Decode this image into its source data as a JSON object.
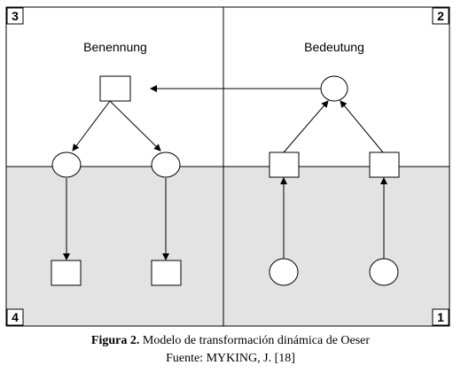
{
  "quadrants": {
    "top_left": "3",
    "top_right": "2",
    "bottom_left": "4",
    "bottom_right": "1"
  },
  "headings": {
    "left": "Benennung",
    "right": "Bedeutung"
  },
  "colors": {
    "lower_half_fill": "#e3e3e3",
    "stroke": "#000000",
    "node_fill": "#ffffff"
  },
  "caption": {
    "label": "Figura 2.",
    "title": "Modelo de transformación dinámica de Oeser",
    "source": "Fuente: MYKING, J. [18]"
  }
}
